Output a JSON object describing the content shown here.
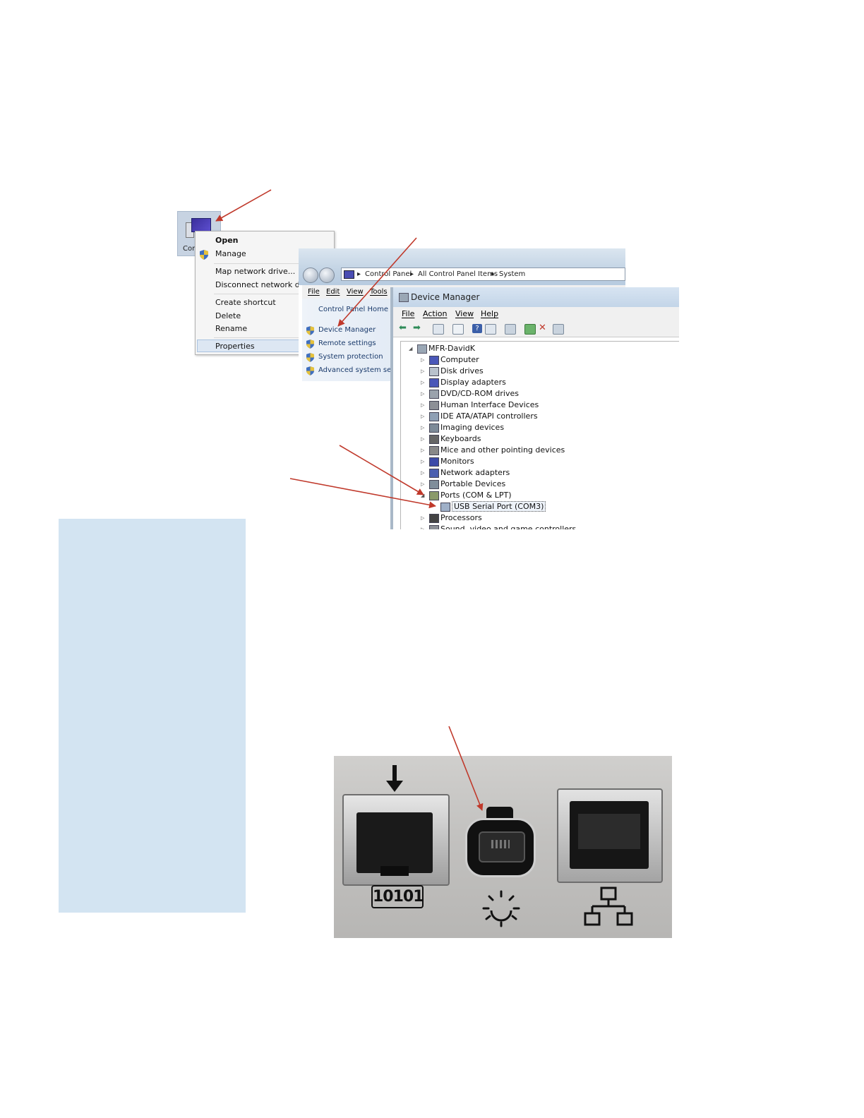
{
  "desktop_icon": {
    "label": "Com"
  },
  "context_menu": {
    "items": [
      "Open",
      "Manage",
      "Map network drive...",
      "Disconnect network drive...",
      "Create shortcut",
      "Delete",
      "Rename",
      "Properties"
    ],
    "highlighted": "Properties"
  },
  "system_window": {
    "breadcrumb": [
      "Control Panel",
      "All Control Panel Items",
      "System"
    ],
    "menu": [
      "File",
      "Edit",
      "View",
      "Tools"
    ],
    "links": [
      "Control Panel Home",
      "Device Manager",
      "Remote settings",
      "System protection",
      "Advanced system settings"
    ]
  },
  "device_manager": {
    "title": "Device Manager",
    "menu": [
      "File",
      "Action",
      "View",
      "Help"
    ],
    "root": "MFR-DavidK",
    "nodes": [
      "Computer",
      "Disk drives",
      "Display adapters",
      "DVD/CD-ROM drives",
      "Human Interface Devices",
      "IDE ATA/ATAPI controllers",
      "Imaging devices",
      "Keyboards",
      "Mice and other pointing devices",
      "Monitors",
      "Network adapters",
      "Portable Devices",
      "Ports (COM & LPT)",
      "USB Serial Port (COM3)",
      "Processors",
      "Sound, video and game controllers"
    ],
    "selected": "USB Serial Port (COM3)"
  },
  "port_panel": {
    "serial_label": "10101",
    "icons": [
      "down-arrow-icon",
      "sun-icon",
      "network-icon"
    ]
  },
  "colors": {
    "annotation_arrow": "#c0392b",
    "sidebar": "#d3e4f2",
    "link": "#1a3a6b"
  }
}
